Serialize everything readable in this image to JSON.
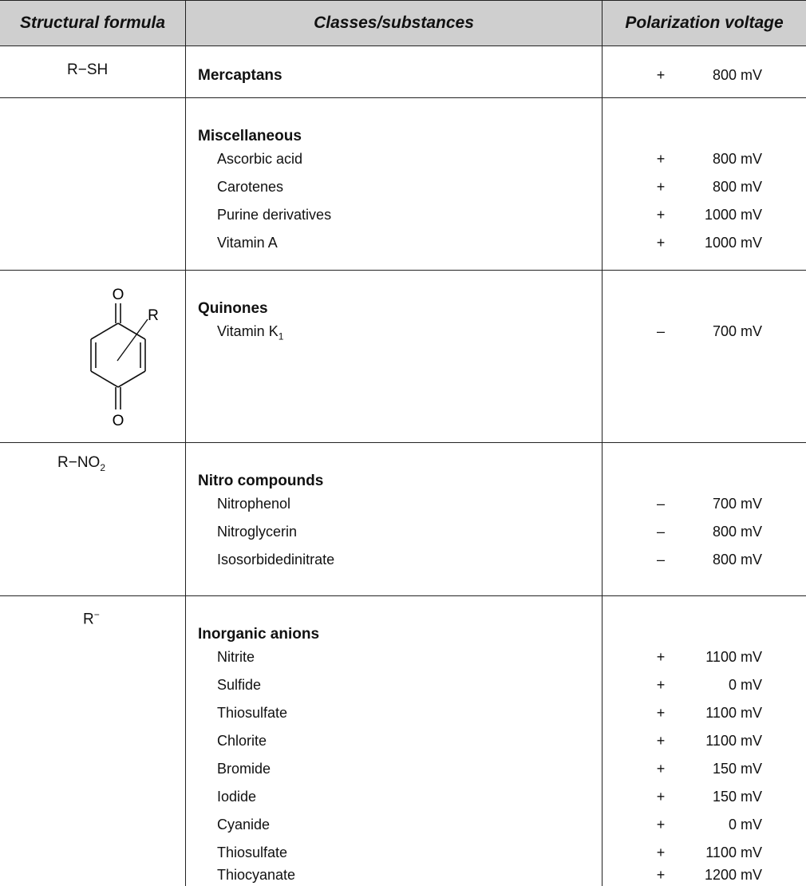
{
  "headers": {
    "structural": "Structural formula",
    "classes": "Classes/substances",
    "voltage": "Polarization voltage"
  },
  "rows": [
    {
      "formula": "R−SH",
      "class": "Mercaptans",
      "class_sign": "+",
      "class_value": "800 mV",
      "items": []
    },
    {
      "formula": "",
      "class": "Miscellaneous",
      "items": [
        {
          "name": "Ascorbic acid",
          "sign": "+",
          "value": "800 mV"
        },
        {
          "name": "Carotenes",
          "sign": "+",
          "value": "800 mV"
        },
        {
          "name": "Purine derivatives",
          "sign": "+",
          "value": "1000 mV"
        },
        {
          "name": "Vitamin A",
          "sign": "+",
          "value": "1000 mV"
        }
      ]
    },
    {
      "formula_atoms": {
        "o": "O",
        "r": "R"
      },
      "class": "Quinones",
      "items": [
        {
          "name": "Vitamin K",
          "sub": "1",
          "sign": "–",
          "value": "700 mV"
        }
      ]
    },
    {
      "formula": "R−NO",
      "formula_sub": "2",
      "class": "Nitro compounds",
      "items": [
        {
          "name": "Nitrophenol",
          "sign": "–",
          "value": "700 mV"
        },
        {
          "name": "Nitroglycerin",
          "sign": "–",
          "value": "800 mV"
        },
        {
          "name": "Isosorbidedinitrate",
          "sign": "–",
          "value": "800 mV"
        }
      ]
    },
    {
      "formula": "R",
      "formula_sup": "−",
      "class": "Inorganic anions",
      "items": [
        {
          "name": "Nitrite",
          "sign": "+",
          "value": "1100 mV"
        },
        {
          "name": "Sulfide",
          "sign": "+",
          "value": "0 mV"
        },
        {
          "name": "Thiosulfate",
          "sign": "+",
          "value": "1100 mV"
        },
        {
          "name": "Chlorite",
          "sign": "+",
          "value": "1100 mV"
        },
        {
          "name": "Bromide",
          "sign": "+",
          "value": "150 mV"
        },
        {
          "name": "Iodide",
          "sign": "+",
          "value": "150 mV"
        },
        {
          "name": "Cyanide",
          "sign": "+",
          "value": "0 mV"
        },
        {
          "name": "Thiosulfate",
          "sign": "+",
          "value": "1100 mV"
        },
        {
          "name": "Thiocyanate",
          "sign": "+",
          "value": "1200 mV"
        }
      ]
    }
  ]
}
